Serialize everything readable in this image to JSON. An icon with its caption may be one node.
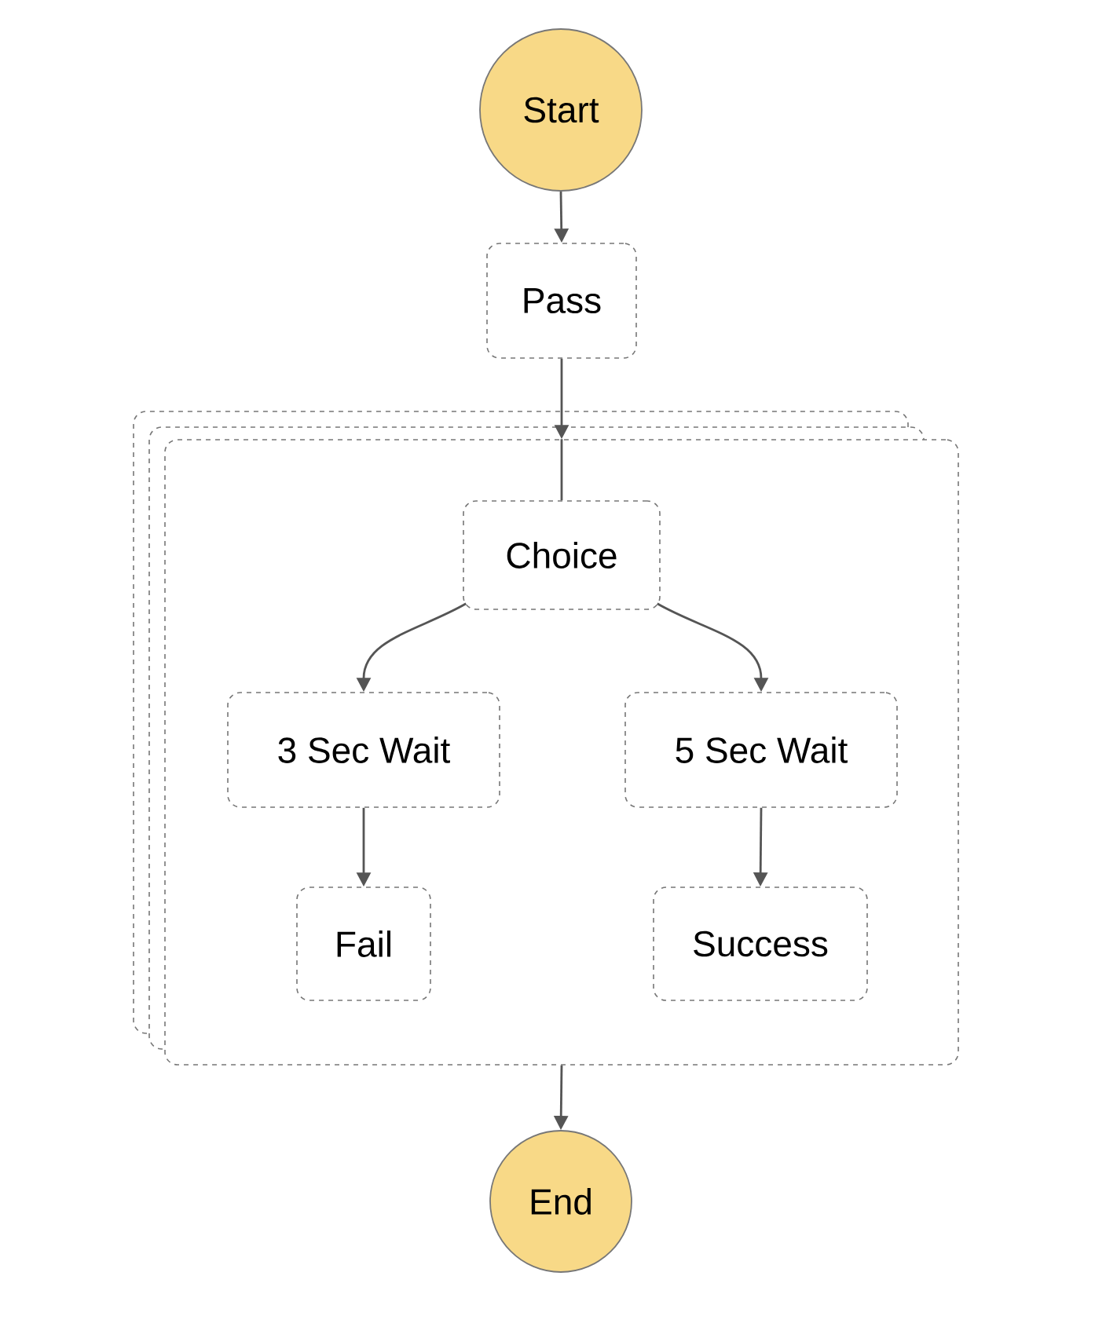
{
  "diagram": {
    "nodes": [
      {
        "text": [
          "Start"
        ]
      },
      {
        "text": [
          "Pass"
        ]
      },
      {
        "text": [],
        "shape": "box"
      },
      {
        "text": [
          "Choice"
        ],
        "in": 2
      },
      {
        "text": [
          "3 Sec Wait"
        ],
        "in": 2
      },
      {
        "text": [
          "5 Sec Wait"
        ],
        "in": 2
      },
      {
        "text": [
          "Fail"
        ],
        "in": 2
      },
      {
        "text": [
          "Success"
        ],
        "in": 2
      },
      {
        "text": [
          "End"
        ]
      }
    ],
    "edges": [
      {
        "from": 0,
        "to": 1,
        "arrow": "to"
      },
      {
        "from": 1,
        "to": 2,
        "arrow": "to"
      },
      {
        "from": 2,
        "to": 3,
        "arrow": "none"
      },
      {
        "from": 3,
        "to": 4,
        "arrow": "to"
      },
      {
        "from": 3,
        "to": 5,
        "arrow": "to"
      },
      {
        "from": 4,
        "to": 6,
        "arrow": "to"
      },
      {
        "from": 5,
        "to": 7,
        "arrow": "to"
      },
      {
        "from": 2,
        "to": 8,
        "arrow": "to"
      }
    ]
  }
}
